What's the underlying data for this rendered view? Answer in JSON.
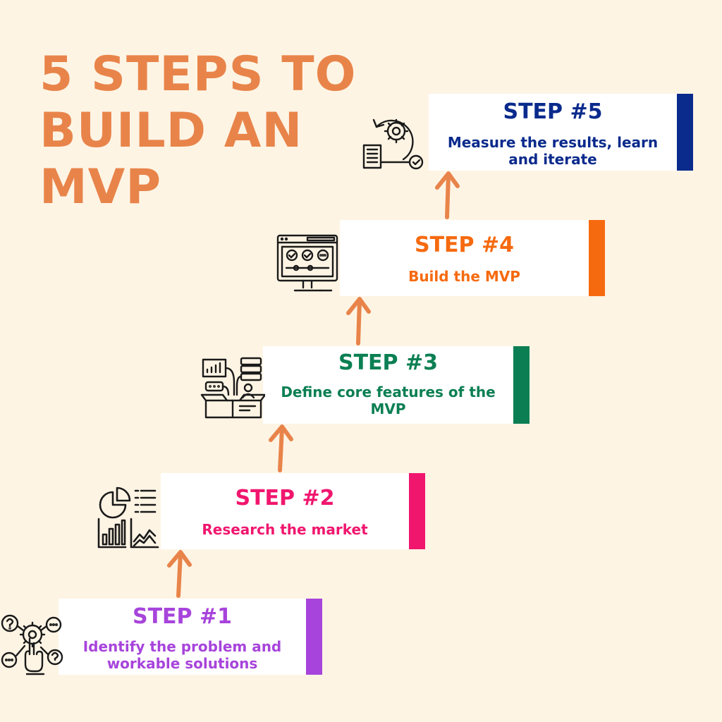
{
  "title": {
    "line1": "5 STEPS TO",
    "line2": "BUILD AN",
    "line3": "MVP"
  },
  "steps": [
    {
      "heading": "STEP #1",
      "description": "Identify the problem and workable solutions",
      "color": "#A744DB",
      "icon": "idea-hand-gear-icon"
    },
    {
      "heading": "STEP #2",
      "description": "Research the market",
      "color": "#F0166E",
      "icon": "analytics-charts-icon"
    },
    {
      "heading": "STEP #3",
      "description": "Define core features of the MVP",
      "color": "#0B7F53",
      "icon": "features-box-icon"
    },
    {
      "heading": "STEP #4",
      "description": "Build the MVP",
      "color": "#F66A0F",
      "icon": "monitor-build-icon"
    },
    {
      "heading": "STEP #5",
      "description": "Measure the results, learn and iterate",
      "color": "#0A2A8C",
      "icon": "iterate-cycle-icon"
    }
  ],
  "colors": {
    "background": "#FEF4E4",
    "title": "#E8844A",
    "arrow": "#E8844A",
    "icon_stroke": "#1A1A1A"
  }
}
